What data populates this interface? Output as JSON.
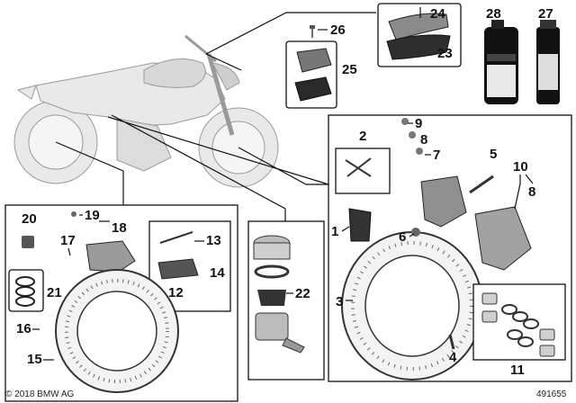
{
  "diagram": {
    "parts": [
      {
        "num": "1"
      },
      {
        "num": "2"
      },
      {
        "num": "3"
      },
      {
        "num": "4"
      },
      {
        "num": "5"
      },
      {
        "num": "6"
      },
      {
        "num": "7"
      },
      {
        "num": "8"
      },
      {
        "num": "9"
      },
      {
        "num": "10"
      },
      {
        "num": "11"
      },
      {
        "num": "12"
      },
      {
        "num": "13"
      },
      {
        "num": "14"
      },
      {
        "num": "15"
      },
      {
        "num": "16"
      },
      {
        "num": "17"
      },
      {
        "num": "18"
      },
      {
        "num": "19"
      },
      {
        "num": "20"
      },
      {
        "num": "21"
      },
      {
        "num": "22"
      },
      {
        "num": "23"
      },
      {
        "num": "24"
      },
      {
        "num": "25"
      },
      {
        "num": "26"
      },
      {
        "num": "27"
      },
      {
        "num": "28"
      },
      {
        "num": "8"
      }
    ],
    "copyright": "© 2018 BMW AG",
    "diagram_id": "491655"
  }
}
